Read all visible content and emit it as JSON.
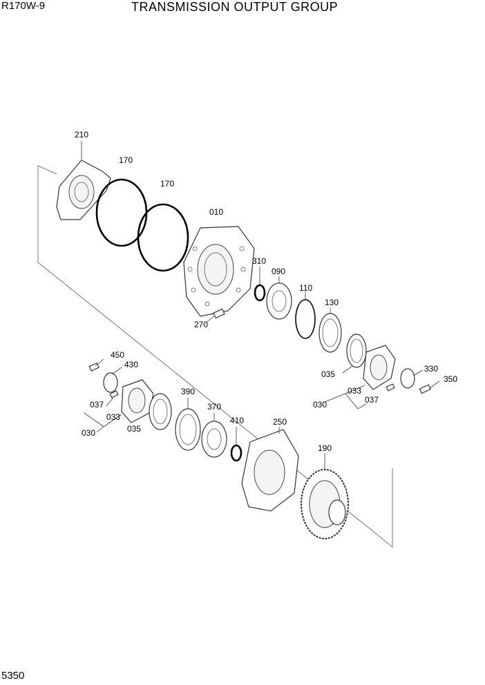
{
  "header": {
    "model": "R170W-9",
    "title": "TRANSMISSION OUTPUT GROUP"
  },
  "footer": {
    "page_number": "5350"
  },
  "callouts": {
    "p210": "210",
    "p170a": "170",
    "p170b": "170",
    "p010": "010",
    "p310": "310",
    "p090": "090",
    "p110": "110",
    "p130": "130",
    "p270": "270",
    "p035_right": "035",
    "p033_right": "033",
    "p037_right": "037",
    "p030_right": "030",
    "p330": "330",
    "p350": "350",
    "p450": "450",
    "p430": "430",
    "p037_left": "037",
    "p033_left": "033",
    "p030_left": "030",
    "p035_left": "035",
    "p390": "390",
    "p370": "370",
    "p410": "410",
    "p250": "250",
    "p190": "190"
  }
}
